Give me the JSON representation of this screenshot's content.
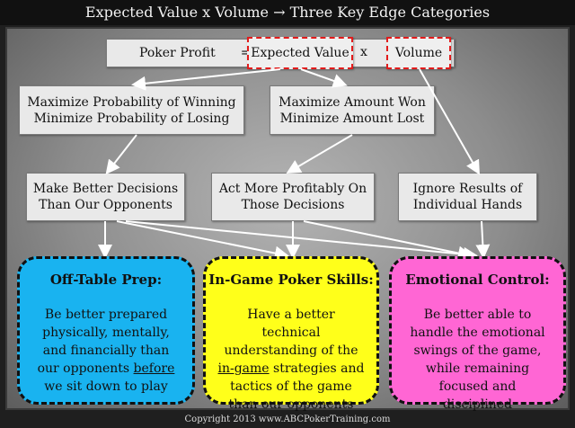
{
  "title": "Expected Value x Volume → Three Key Edge Categories",
  "equation": {
    "left": "Poker Profit",
    "equals": "=",
    "ev": "Expected Value",
    "times": "x",
    "volume": "Volume"
  },
  "level2": {
    "left_line1": "Maximize Probability of Winning",
    "left_line2": "Minimize Probability of Losing",
    "right_line1": "Maximize Amount Won",
    "right_line2": "Minimize Amount Lost"
  },
  "level3": {
    "a_line1": "Make Better Decisions",
    "a_line2": "Than Our Opponents",
    "b_line1": "Act More Profitably On",
    "b_line2": "Those Decisions",
    "c_line1": "Ignore Results of",
    "c_line2": "Individual Hands"
  },
  "cards": [
    {
      "title": "Off-Table Prep:",
      "color": "#19b3f0",
      "pre": "Be better prepared physically, mentally, and financially than our opponents ",
      "emph": "before",
      "post": " we sit down to play"
    },
    {
      "title": "In-Game Poker Skills:",
      "color": "#ffff1a",
      "pre": "Have a better technical understanding of the ",
      "emph": "in-game",
      "post": " strategies and tactics of the game than our opponents"
    },
    {
      "title": "Emotional Control:",
      "color": "#ff66d4",
      "pre": "Be better able to handle the emotional swings of the game, while remaining focused and disciplined",
      "emph": "",
      "post": ""
    }
  ],
  "footer": "Copyright 2013 www.ABCPokerTraining.com"
}
